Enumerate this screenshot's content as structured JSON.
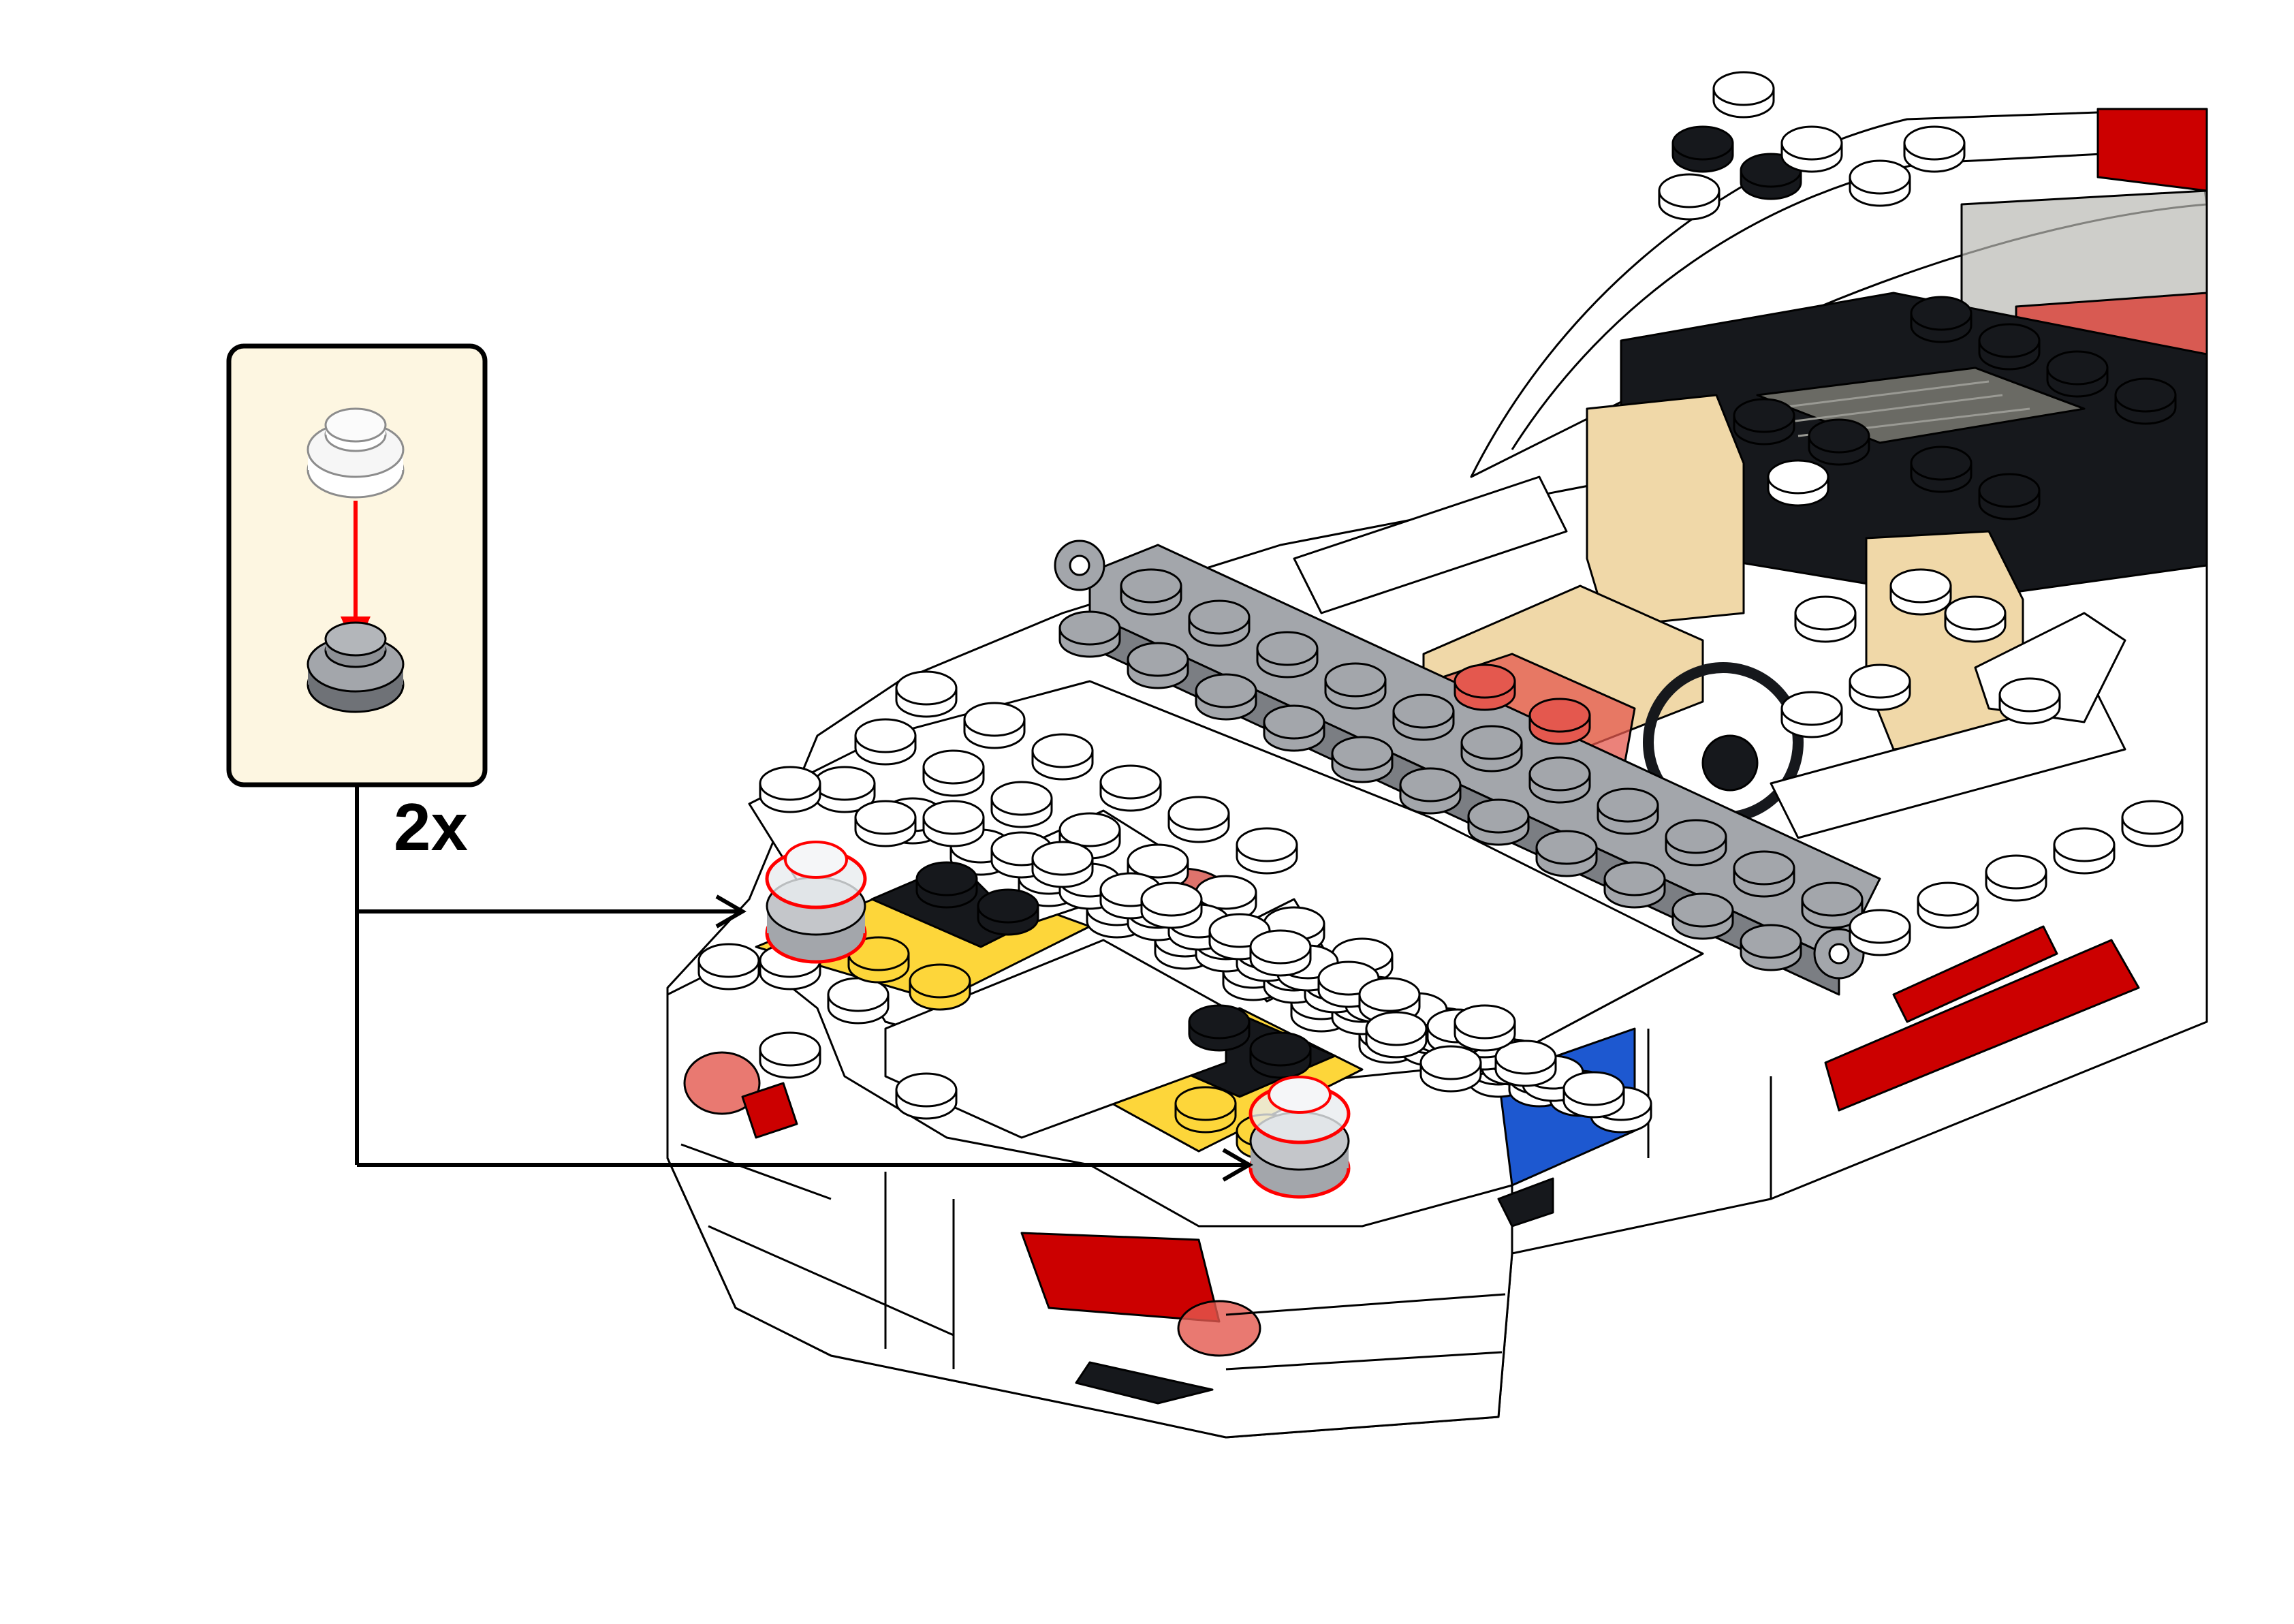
{
  "instruction_step": {
    "callout": {
      "quantity_label": "2x",
      "background_color": "#fdf6e1",
      "part_top": "transparent-clear-round-plate",
      "part_bottom": "light-gray-round-plate",
      "arrow_color": "#ff0000"
    },
    "model": {
      "description_icon": "lego-car-front-model",
      "palette": {
        "white": "#ffffff",
        "light_gray": "#a3a6ab",
        "black": "#16181c",
        "tan": "#f0d8a8",
        "yellow": "#fdd63a",
        "red": "#cc0000",
        "trans_red": "#e4584e",
        "blue": "#1d58d0",
        "outline": "#000000"
      }
    },
    "placement_highlight_color": "#ff0000"
  }
}
